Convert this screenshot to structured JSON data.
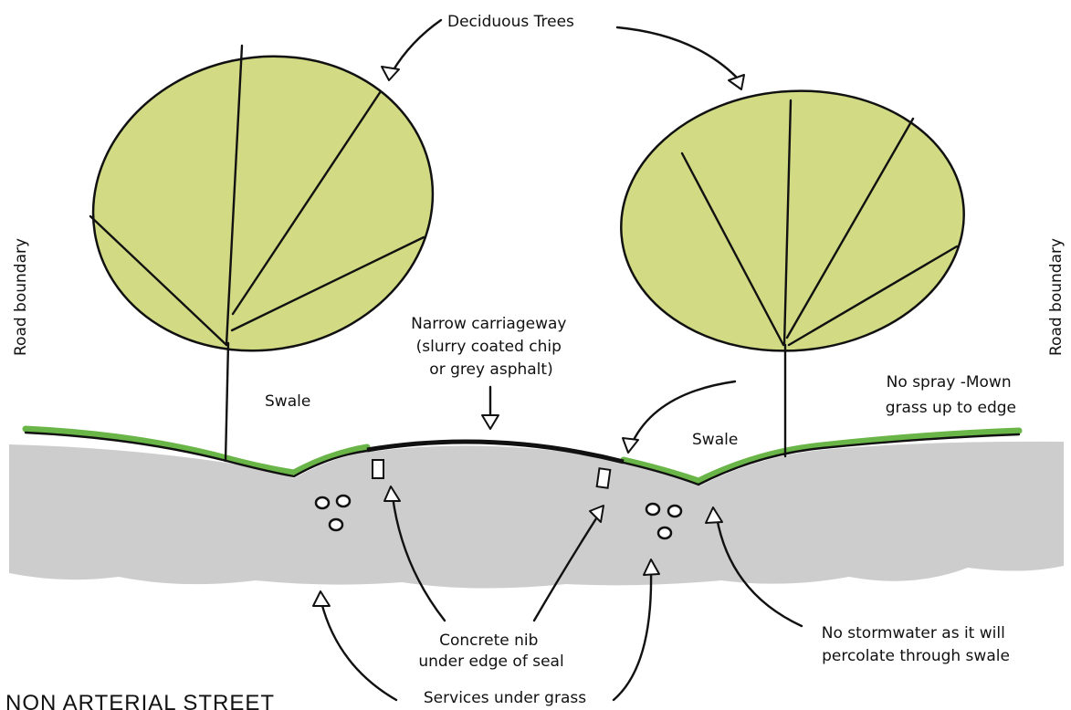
{
  "colors": {
    "canopy": "#d2db83",
    "grass": "#6ab547",
    "ground": "#cdcdcd",
    "ink": "#111111"
  },
  "icons": {
    "tree_left": "deciduous-tree-icon",
    "tree_right": "deciduous-tree-icon",
    "services_left": "service-pipes-icon",
    "services_right": "service-pipes-icon",
    "nib_left": "concrete-nib-icon",
    "nib_right": "concrete-nib-icon"
  },
  "labels": {
    "deciduous_trees": "Deciduous Trees",
    "road_boundary_left": "Road boundary",
    "road_boundary_right": "Road boundary",
    "swale_left": "Swale",
    "swale_right": "Swale",
    "carriageway": [
      "Narrow carriageway",
      "(slurry coated chip",
      "or grey asphalt)"
    ],
    "no_spray": [
      "No spray -Mown",
      "grass up to edge"
    ],
    "concrete_nib": [
      "Concrete nib",
      "under edge of seal"
    ],
    "no_stormwater": [
      "No stormwater as it will",
      "percolate through swale"
    ],
    "services": "Services under grass",
    "title": "NON ARTERIAL STREET"
  }
}
